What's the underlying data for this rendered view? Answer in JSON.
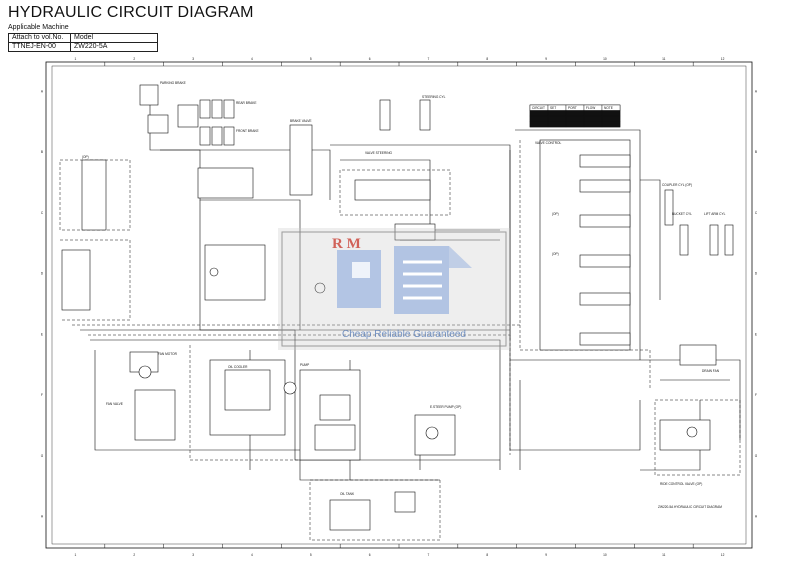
{
  "header": {
    "title": "HYDRAULIC CIRCUIT DIAGRAM",
    "applicable_label": "Applicable Machine",
    "attach_label": "Attach to vol.No.",
    "model_label": "Model",
    "attach_value": "TTNEJ-EN-00",
    "model_value": "ZW220-5A"
  },
  "frame": {
    "col_marks": [
      "1",
      "2",
      "3",
      "4",
      "5",
      "6",
      "7",
      "8",
      "9",
      "10",
      "11",
      "12"
    ],
    "row_marks": [
      "A",
      "B",
      "C",
      "D",
      "E",
      "F",
      "G",
      "H"
    ]
  },
  "diagram": {
    "parking_brake": "PARKING BRAKE",
    "rear_brake": "REAR BRAKE",
    "front_brake": "FRONT BRAKE",
    "brake_valve": "BRAKE VALVE",
    "steering_cyl": "STEERING CYL",
    "valve_steering": "VALVE STEERING",
    "valve_control": "VALVE CONTROL",
    "coupler_cyl": "COUPLER CYL (OP)",
    "bucket_cyl": "BUCKET CYL",
    "lift_arm_cyl": "LIFT ARM CYL",
    "fan_motor": "FAN MOTOR",
    "fan_valve": "FAN VALVE",
    "oil_cooler": "OIL COOLER",
    "pump": "PUMP",
    "oil_tank": "OIL TANK",
    "emergency_pump": "E.STEER PUMP (OP)",
    "ride_control_valve": "RIDE CONTROL VALVE (OP)",
    "drain_fan": "DRAIN FAN",
    "diagram_caption": "ZW220-5A HYDRAULIC CIRCUIT DIAGRAM",
    "op": "(OP)",
    "table_headers": [
      "CIRCUIT",
      "SET",
      "PORT",
      "FLOW",
      "NOTE"
    ]
  },
  "watermark": {
    "brand": "R M",
    "tagline": "Cheap Reliable Guaranteed",
    "color": "#5b7fb8"
  }
}
